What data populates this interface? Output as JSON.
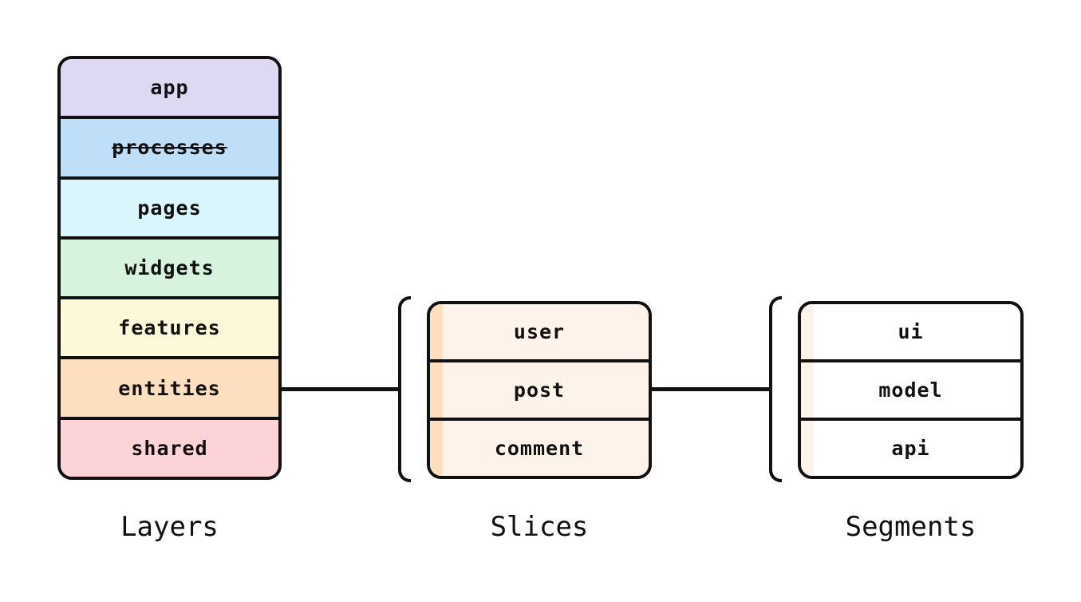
{
  "colors": {
    "border": "#111111",
    "connector": "#111111",
    "slice_fill": "#fdf3ea",
    "slice_strip": "#fbdfbe",
    "segment_fill": "#ffffff",
    "segment_strip": "#fdf3ea"
  },
  "layers": {
    "label": "Layers",
    "items": [
      {
        "label": "app",
        "color": "#ded8f3",
        "deprecated": false
      },
      {
        "label": "processes",
        "color": "#bfdef8",
        "deprecated": true
      },
      {
        "label": "pages",
        "color": "#d9f6fd",
        "deprecated": false
      },
      {
        "label": "widgets",
        "color": "#d7f2dd",
        "deprecated": false
      },
      {
        "label": "features",
        "color": "#fdf8d8",
        "deprecated": false
      },
      {
        "label": "entities",
        "color": "#fbdfbe",
        "deprecated": false
      },
      {
        "label": "shared",
        "color": "#fcd3d7",
        "deprecated": false
      }
    ]
  },
  "slices": {
    "label": "Slices",
    "items": [
      {
        "label": "user"
      },
      {
        "label": "post"
      },
      {
        "label": "comment"
      }
    ]
  },
  "segments": {
    "label": "Segments",
    "items": [
      {
        "label": "ui"
      },
      {
        "label": "model"
      },
      {
        "label": "api"
      }
    ]
  }
}
